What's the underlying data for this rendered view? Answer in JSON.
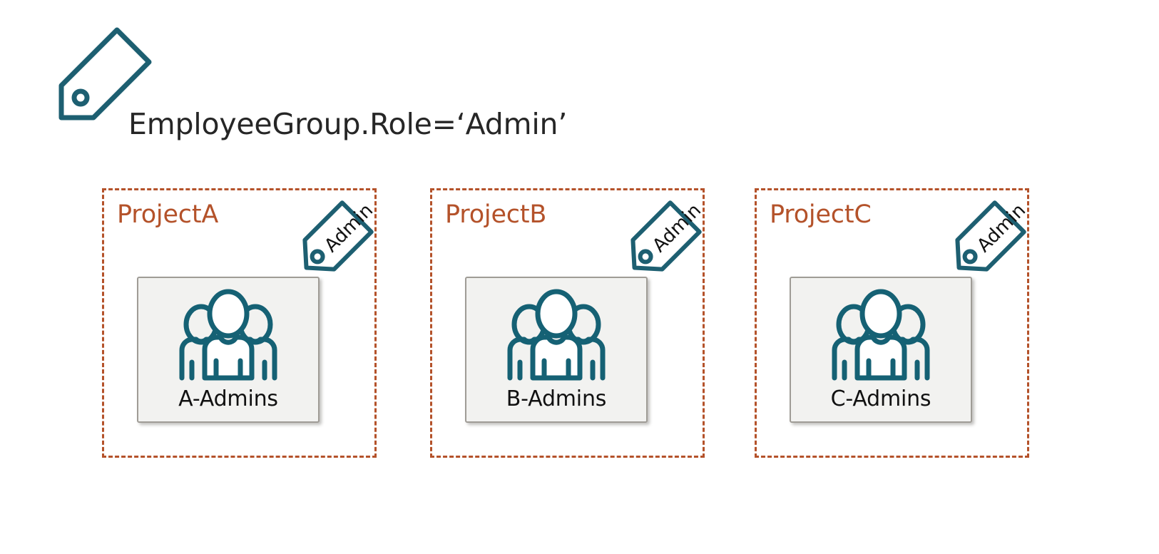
{
  "header": {
    "tag_icon": "tag-icon",
    "title": "EmployeeGroup.Role=‘Admin’"
  },
  "colors": {
    "tag_teal": "#1d5f71",
    "icon_teal": "#156174",
    "project_orange": "#b4522a",
    "card_background": "#f2f2f0",
    "card_border": "#9f9c96",
    "title_text": "#262626",
    "group_text": "#111111",
    "page_background": "#ffffff"
  },
  "projects": [
    {
      "label": "ProjectA",
      "group_name": "A-Admins",
      "group_icon": "people-group-icon",
      "tag_label": "Admin",
      "tag_icon": "tag-icon"
    },
    {
      "label": "ProjectB",
      "group_name": "B-Admins",
      "group_icon": "people-group-icon",
      "tag_label": "Admin",
      "tag_icon": "tag-icon"
    },
    {
      "label": "ProjectC",
      "group_name": "C-Admins",
      "group_icon": "people-group-icon",
      "tag_label": "Admin",
      "tag_icon": "tag-icon"
    }
  ]
}
